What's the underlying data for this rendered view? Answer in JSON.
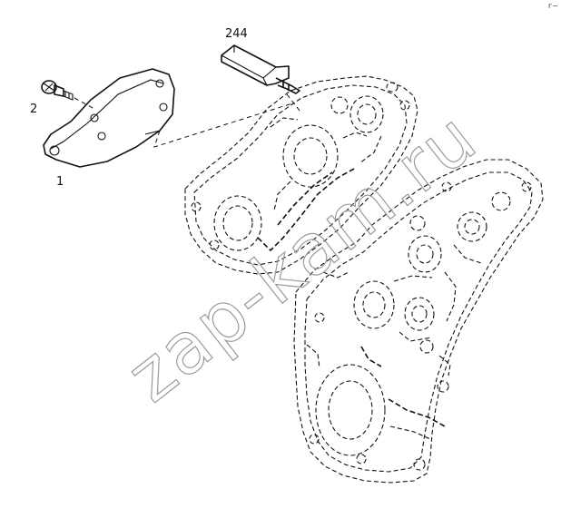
{
  "callouts": {
    "cover": "1",
    "screw": "2",
    "sensor": "244"
  },
  "corner_mark": "г~",
  "watermark": "zap-kam.ru",
  "colors": {
    "line": "#111111",
    "watermark": "#9a9a9a",
    "background": "#ffffff"
  }
}
